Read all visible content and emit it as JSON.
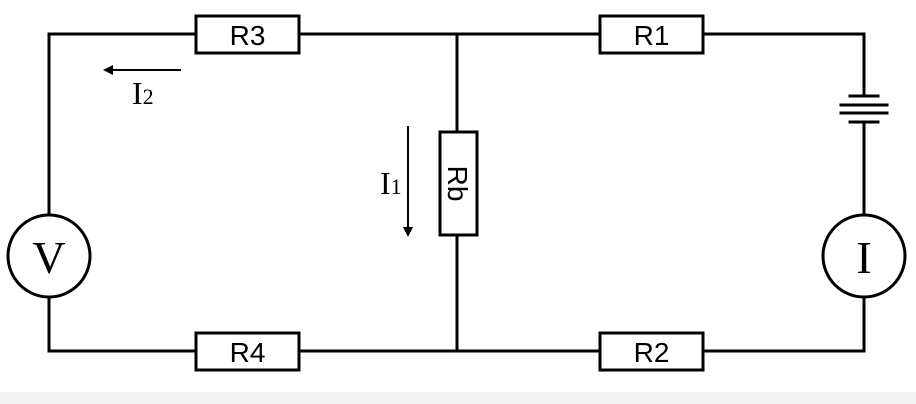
{
  "diagram": {
    "resistors": {
      "r3": "R3",
      "r1": "R1",
      "r4": "R4",
      "r2": "R2",
      "rb": "Rb"
    },
    "meters": {
      "voltmeter": "V",
      "ammeter": "I"
    },
    "currents": {
      "i2": {
        "main": "I",
        "sub": "2"
      },
      "i1": {
        "main": "I",
        "sub": "1"
      }
    }
  }
}
